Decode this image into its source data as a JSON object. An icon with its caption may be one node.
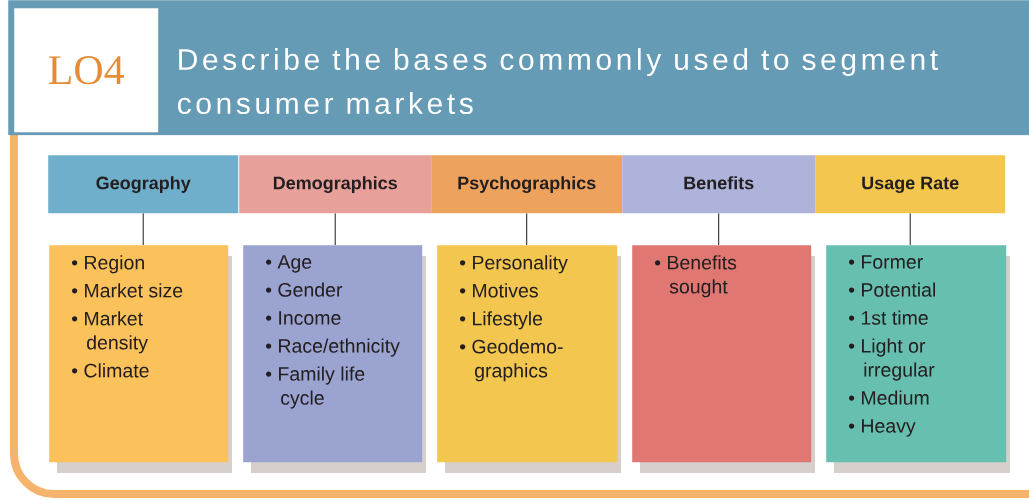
{
  "diagram": {
    "title": "Describe the bases commonly used to segment consumer markets",
    "nodes": [
      {
        "text": [
          "LO4"
        ]
      },
      {
        "text": [
          "Geography"
        ]
      },
      {
        "text": [
          "Demographics"
        ]
      },
      {
        "text": [
          "Psychographics"
        ]
      },
      {
        "text": [
          "Benefits"
        ]
      },
      {
        "text": [
          "Usage Rate"
        ]
      },
      {
        "text": [
          "• Region",
          "• Market size",
          "• Market density",
          "• Climate"
        ]
      },
      {
        "text": [
          "• Age",
          "• Gender",
          "• Income",
          "• Race/ethnicity",
          "• Family life cycle"
        ]
      },
      {
        "text": [
          "• Personality",
          "• Motives",
          "• Lifestyle",
          "• Geodemo-graphics"
        ]
      },
      {
        "text": [
          "• Benefits sought"
        ]
      },
      {
        "text": [
          "• Former",
          "• Potential",
          "• 1st time",
          "• Light or irregular",
          "• Medium",
          "• Heavy"
        ]
      }
    ],
    "edges": [
      {
        "from": 1,
        "to": 6,
        "arrow": "none"
      },
      {
        "from": 2,
        "to": 7,
        "arrow": "none"
      },
      {
        "from": 3,
        "to": 8,
        "arrow": "none"
      },
      {
        "from": 4,
        "to": 9,
        "arrow": "none"
      },
      {
        "from": 5,
        "to": 10,
        "arrow": "none"
      }
    ]
  }
}
